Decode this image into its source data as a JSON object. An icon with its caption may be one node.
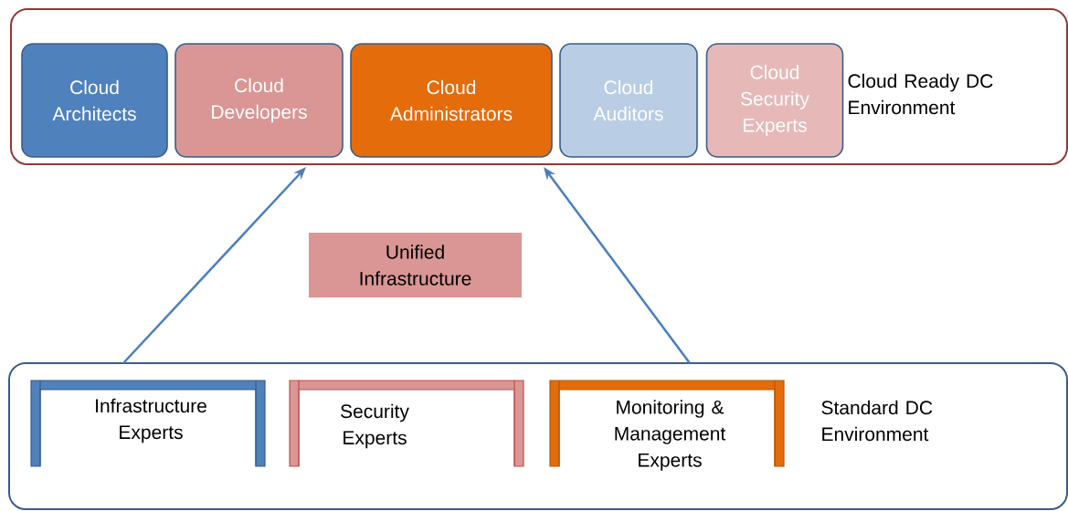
{
  "diagram": {
    "nodes": [
      {
        "text": [
          "Cloud Ready DC Environment"
        ]
      },
      {
        "text": [
          "Cloud Architects"
        ],
        "in": 0
      },
      {
        "text": [
          "Cloud Developers"
        ],
        "in": 0
      },
      {
        "text": [
          "Cloud Administrators"
        ],
        "in": 0
      },
      {
        "text": [
          "Cloud Auditors"
        ],
        "in": 0
      },
      {
        "text": [
          "Cloud Security Experts"
        ],
        "in": 0
      },
      {
        "text": [
          "Unified Infrastructure"
        ]
      },
      {
        "text": [
          "Standard DC Environment"
        ]
      },
      {
        "text": [
          "Infrastructure Experts"
        ],
        "in": 7
      },
      {
        "text": [
          "Security Experts"
        ],
        "in": 7
      },
      {
        "text": [
          "Monitoring & Management Experts"
        ],
        "in": 7
      }
    ],
    "edges": [
      {
        "from": 7,
        "to": 0,
        "arrow": "to"
      },
      {
        "from": 7,
        "to": 0,
        "arrow": "to"
      }
    ]
  }
}
